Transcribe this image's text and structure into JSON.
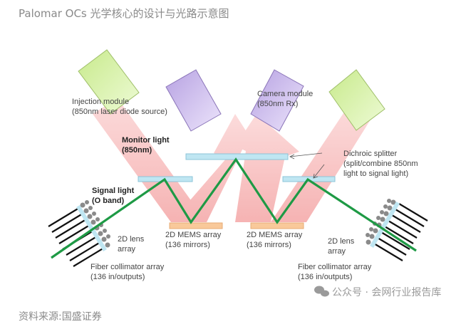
{
  "title": "Palomar OCs 光学核心的设计与光路示意图",
  "source": "资料来源:国盛证券",
  "watermark": "公众号 · 会网行业报告库",
  "diagram": {
    "labels": {
      "injection_module": [
        "Injection module",
        "(850nm laser diode source)"
      ],
      "monitor_light": [
        "Monitor light",
        "(850nm)"
      ],
      "camera_module": [
        "Camera module",
        "(850nm Rx)"
      ],
      "dichroic_splitter": [
        "Dichroic splitter",
        "(split/combine 850nm",
        "light to signal light)"
      ],
      "signal_light": [
        "Signal light",
        "(O band)"
      ],
      "lens_array_left": [
        "2D lens",
        "array"
      ],
      "lens_array_right": [
        "2D lens",
        "array"
      ],
      "mems_left": [
        "2D MEMS array",
        "(136 mirrors)"
      ],
      "mems_right": [
        "2D MEMS array",
        "(136 mirrors)"
      ],
      "fiber_left": [
        "Fiber collimator array",
        "(136 in/outputs)"
      ],
      "fiber_right": [
        "Fiber collimator array",
        "(136 in/outputs)"
      ]
    },
    "colors": {
      "beam": "#f7a5a5",
      "signal": "#1e9a45",
      "injection_box": "#d9f3a8",
      "camera_box": "#c9b7ea",
      "splitter": "#bfe6f2",
      "mems": "#f9c99a"
    }
  }
}
